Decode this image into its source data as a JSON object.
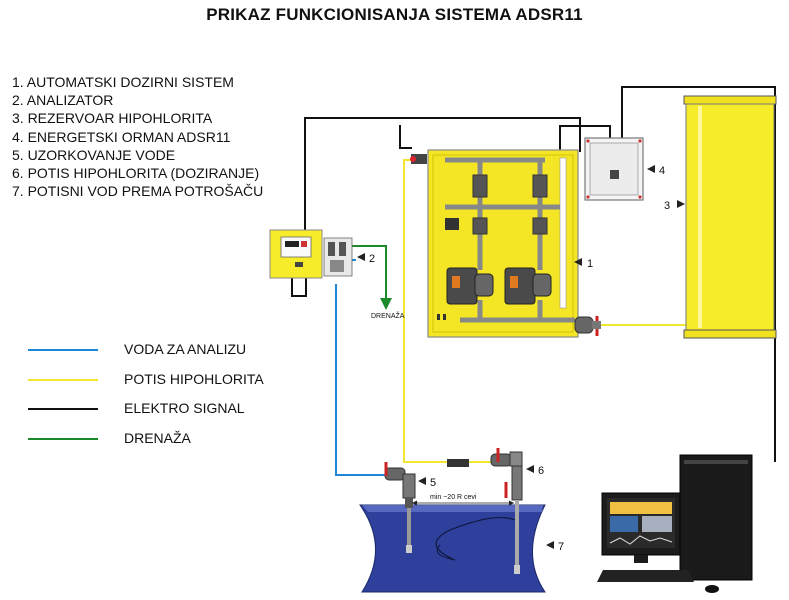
{
  "title": "PRIKAZ FUNKCIONISANJA SISTEMA ADSR11",
  "components": [
    "1. AUTOMATSKI DOZIRNI SISTEM",
    "2. ANALIZATOR",
    "3. REZERVOAR HIPOHLORITA",
    "4. ENERGETSKI ORMAN ADSR11",
    "5. UZORKOVANJE VODE",
    "6. POTIS HIPOHLORITA (DOZIRANJE)",
    "7. POTISNI VOD PREMA POTROŠAČU"
  ],
  "legend": [
    {
      "label": "VODA ZA ANALIZU",
      "color": "#1e88d8"
    },
    {
      "label": "POTIS HIPOHLORITA",
      "color": "#f2e630"
    },
    {
      "label": "ELEKTRO SIGNAL",
      "color": "#111111"
    },
    {
      "label": "DRENAŽA",
      "color": "#1a8a2a"
    }
  ],
  "callouts": {
    "c1": "1",
    "c2": "2",
    "c3": "3",
    "c4": "4",
    "c5": "5",
    "c6": "6",
    "c7": "7"
  },
  "drain_label": "DRENAŽA",
  "pipe_note": "min ~20 R cevi"
}
